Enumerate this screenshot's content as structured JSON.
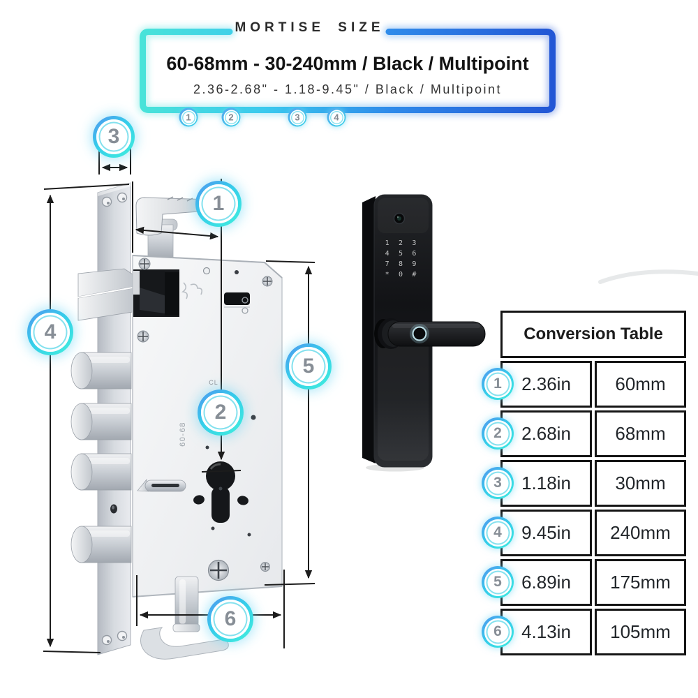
{
  "banner": {
    "title": "MORTISE SIZE",
    "line1": "60-68mm - 30-240mm / Black / Multipoint",
    "line2": "2.36-2.68\" - 1.18-9.45\" / Black / Multipoint",
    "markers": [
      "1",
      "2",
      "3",
      "4"
    ]
  },
  "diagram": {
    "callouts": [
      "1",
      "2",
      "3",
      "4",
      "5",
      "6"
    ],
    "engraving_side": "60-68",
    "engraving_center": "CL"
  },
  "smart_lock": {
    "keypad": [
      "1",
      "2",
      "3",
      "4",
      "5",
      "6",
      "7",
      "8",
      "9",
      "*",
      "0",
      "#"
    ]
  },
  "conversion_table": {
    "title": "Conversion Table",
    "rows": [
      {
        "num": "1",
        "in": "2.36in",
        "mm": "60mm"
      },
      {
        "num": "2",
        "in": "2.68in",
        "mm": "68mm"
      },
      {
        "num": "3",
        "in": "1.18in",
        "mm": "30mm"
      },
      {
        "num": "4",
        "in": "9.45in",
        "mm": "240mm"
      },
      {
        "num": "5",
        "in": "6.89in",
        "mm": "175mm"
      },
      {
        "num": "6",
        "in": "4.13in",
        "mm": "105mm"
      }
    ]
  },
  "colors": {
    "accent_cyan": "#3DD9E6",
    "accent_blue": "#2B6FE3",
    "badge_number_gray": "#878E96",
    "table_border": "#151515",
    "hardware_black": "#16181B",
    "metal_silver": "#C9CED4"
  }
}
